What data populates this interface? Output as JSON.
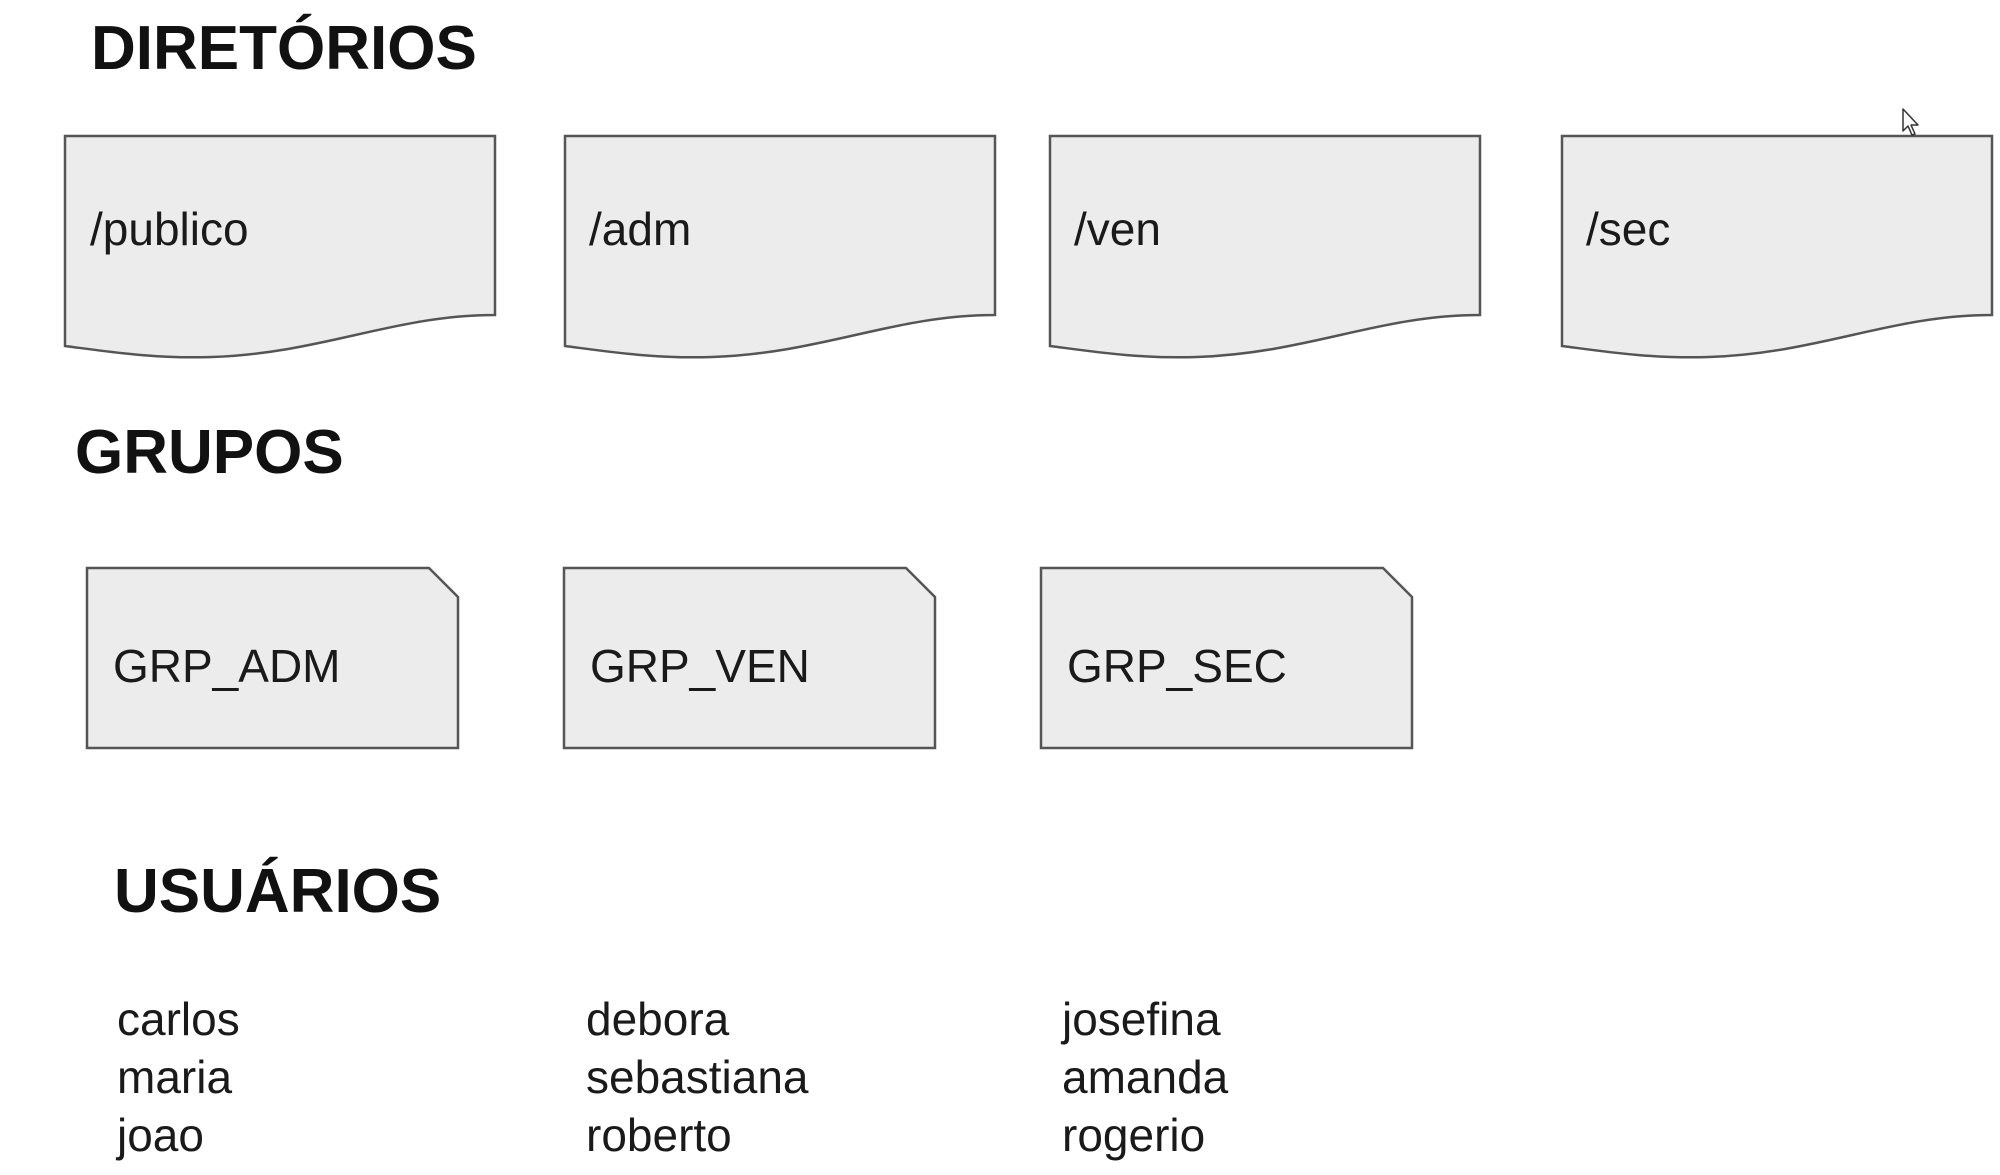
{
  "sections": {
    "directories_title": "DIRETÓRIOS",
    "groups_title": "GRUPOS",
    "users_title": "USUÁRIOS"
  },
  "directories": [
    {
      "label": "/publico"
    },
    {
      "label": "/adm"
    },
    {
      "label": "/ven"
    },
    {
      "label": "/sec"
    }
  ],
  "groups": [
    {
      "label": "GRP_ADM"
    },
    {
      "label": "GRP_VEN"
    },
    {
      "label": "GRP_SEC"
    }
  ],
  "users": [
    [
      "carlos",
      "maria",
      "joao"
    ],
    [
      "debora",
      "sebastiana",
      "roberto"
    ],
    [
      "josefina",
      "amanda",
      "rogerio"
    ]
  ],
  "colors": {
    "shape_fill": "#ececec",
    "shape_stroke": "#555555",
    "text": "#111111"
  },
  "icons": {
    "cursor": "mouse-pointer-icon"
  }
}
